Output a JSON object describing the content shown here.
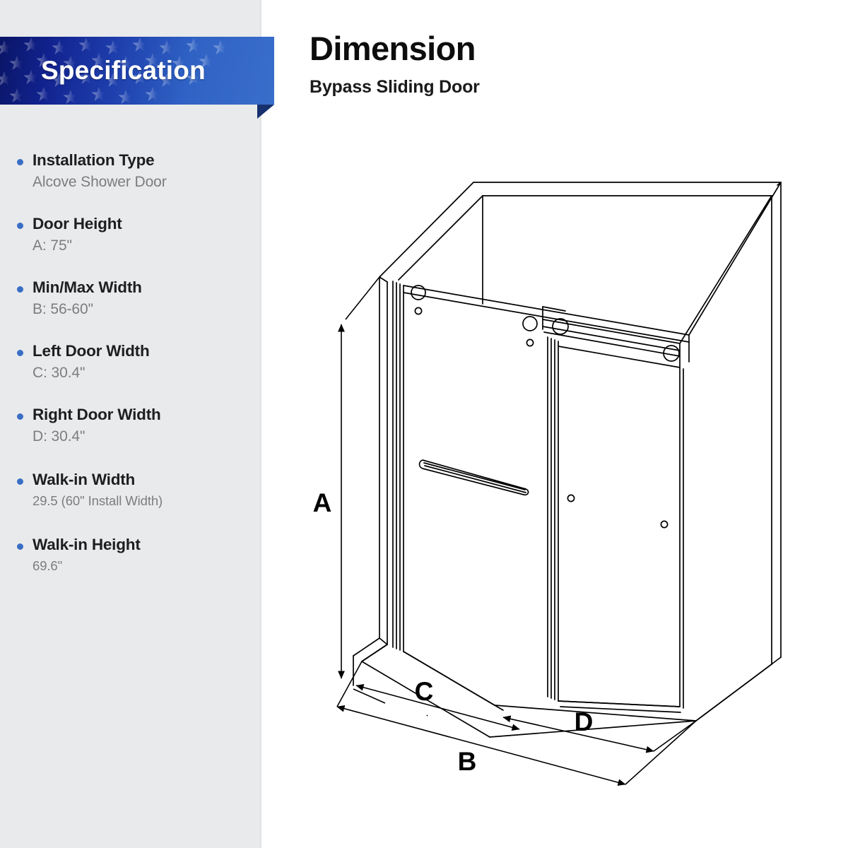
{
  "banner": {
    "title": "Specification",
    "accent_dark": "#0a1566",
    "accent_light": "#3a6ecb",
    "fold_color": "#17306e"
  },
  "sidebar": {
    "background": "#e8eaec",
    "bullet_color": "#3a6ec4",
    "items": [
      {
        "label": "Installation Type",
        "value": "Alcove Shower Door",
        "small": false
      },
      {
        "label": "Door Height",
        "value": "A: 75\"",
        "small": false
      },
      {
        "label": "Min/Max Width",
        "value": "B: 56-60\"",
        "small": false
      },
      {
        "label": "Left Door Width",
        "value": "C: 30.4\"",
        "small": false
      },
      {
        "label": "Right Door Width",
        "value": "D: 30.4\"",
        "small": false
      },
      {
        "label": "Walk-in Width",
        "value": "29.5 (60\" Install Width)",
        "small": true
      },
      {
        "label": "Walk-in Height",
        "value": "69.6\"",
        "small": true
      }
    ]
  },
  "header": {
    "title": "Dimension",
    "subtitle": "Bypass Sliding Door"
  },
  "drawing": {
    "line_color": "#000000",
    "dimension_labels": {
      "a": "A",
      "b": "B",
      "c": "C",
      "d": "D"
    }
  }
}
